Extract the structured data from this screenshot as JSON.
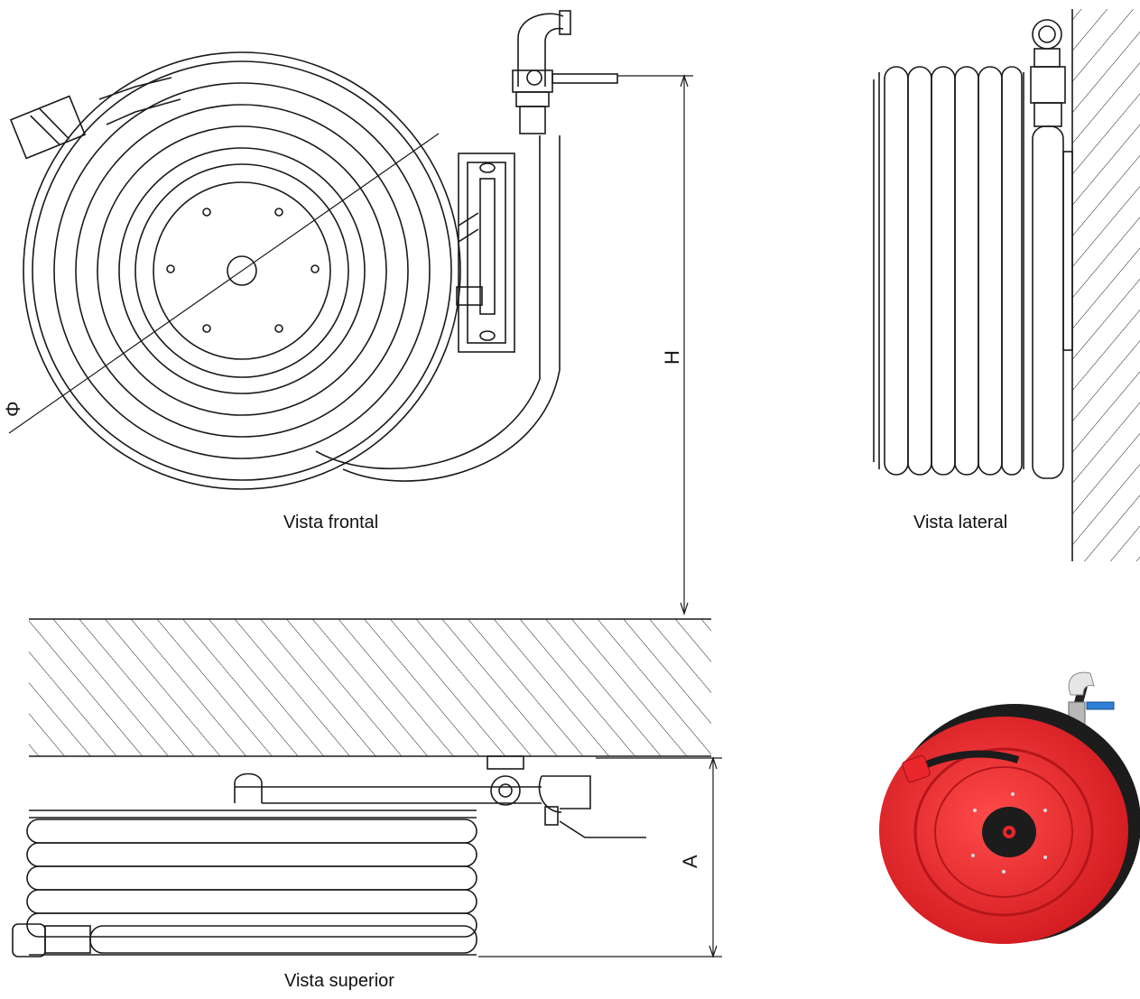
{
  "captions": {
    "front": "Vista frontal",
    "side": "Vista lateral",
    "top": "Vista superior"
  },
  "dimensions": {
    "diameter": "Φ",
    "height": "H",
    "depth": "A"
  },
  "colors": {
    "line": "#1a1a1a",
    "reel_red": "#e8262b",
    "reel_dark_red": "#b5161b",
    "hose_black": "#1c1c1c",
    "metal": "#cfcfcf"
  }
}
